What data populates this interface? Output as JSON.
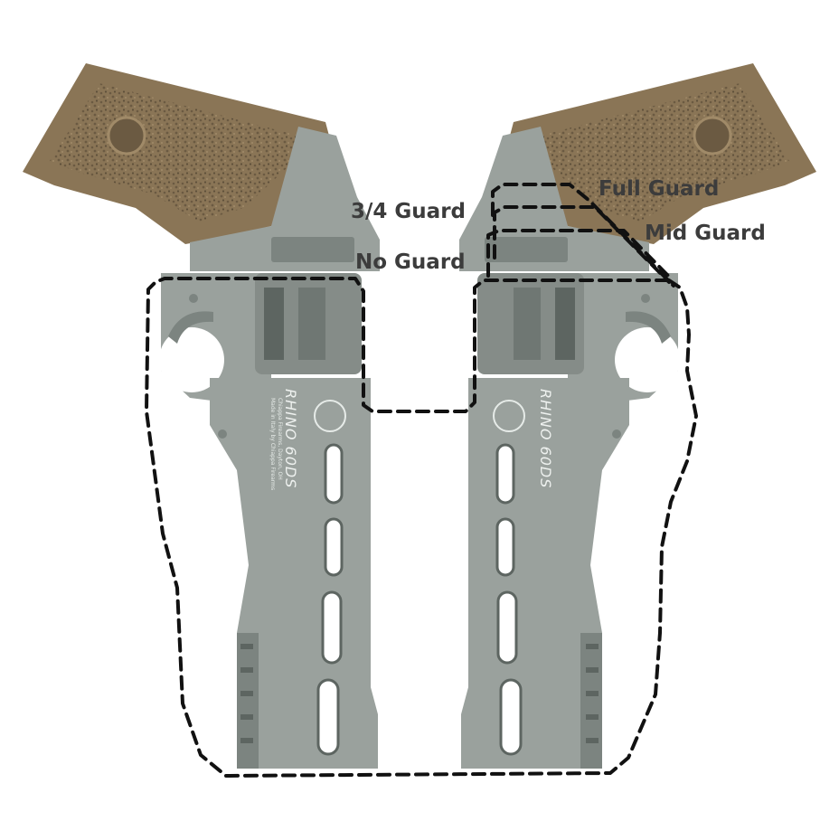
{
  "labels": {
    "full_guard": "Full Guard",
    "three_quarter_guard": "3/4 Guard",
    "mid_guard": "Mid Guard",
    "no_guard": "No Guard"
  },
  "engraving": {
    "model": "RHINO 60DS",
    "maker_line_1": "Made in Italy by Chiappa Firearms",
    "maker_line_2": "Chiappa Firearms, Dayton, OH"
  },
  "colors": {
    "frame": "#9aa19d",
    "frame_dark": "#5d6561",
    "cylinder": "#858c88",
    "grip": "#8a7556",
    "grip_texture": "#6b5a42",
    "outline": "#111111",
    "label": "#3c3c3c"
  }
}
